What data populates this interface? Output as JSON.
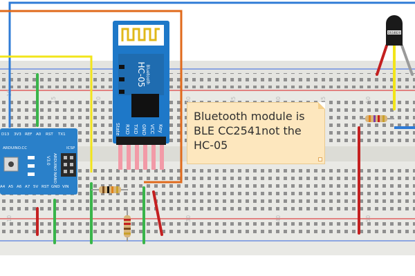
{
  "note": {
    "text": "Bluetooth module is BLE CC2541not the HC-05"
  },
  "bluetooth_module": {
    "name": "HC-05",
    "subtitle": "Bluetooth",
    "pins": [
      "State",
      "RXD",
      "TXD",
      "GND",
      "VCC",
      "Key"
    ]
  },
  "arduino": {
    "brand": "ARDUINO.CC",
    "model": "ARDUINO NANO",
    "version": "V3.0",
    "icsp": "ICSP",
    "top_pins": [
      "D13",
      "3V3",
      "REF",
      "A0",
      "RST",
      "TX1"
    ],
    "bottom_pins": [
      "A4",
      "A5",
      "A6",
      "A7",
      "5V",
      "RST",
      "GND",
      "VIN"
    ]
  },
  "sensor": {
    "label": "DS18B20"
  },
  "breadboard": {
    "column_labels": [
      "10",
      "15",
      "20",
      "25",
      "30",
      "35",
      "40",
      "45",
      "50"
    ]
  },
  "colors": {
    "wire_blue": "#2f7bd6",
    "wire_orange": "#e06a1b",
    "wire_yellow": "#f2e51a",
    "wire_green": "#39b54a",
    "wire_red": "#c42020",
    "wire_gray": "#9a9a9a",
    "module_blue": "#1e78c8",
    "nano_blue": "#2a80c9"
  }
}
